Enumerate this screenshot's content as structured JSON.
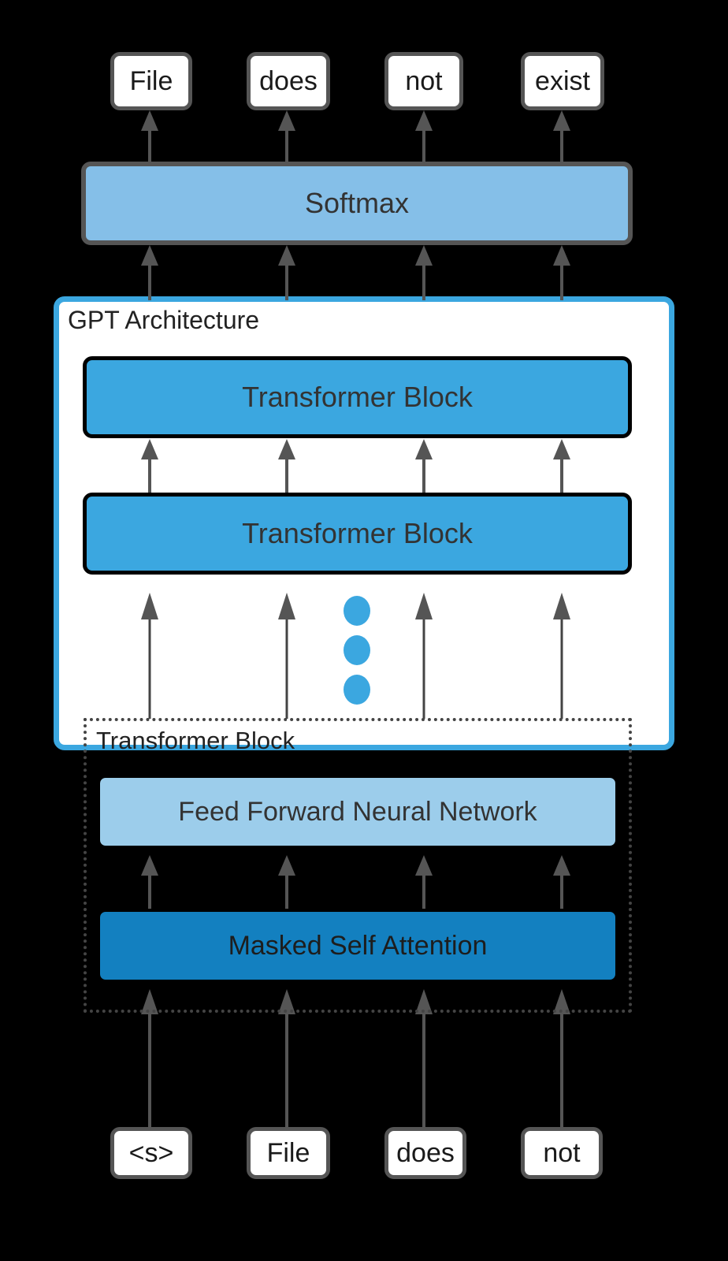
{
  "diagram": {
    "title": "GPT Architecture",
    "background_color": "#000000",
    "colors": {
      "container_border": "#3ba7e0",
      "transformer_block_fill": "#3ba7e0",
      "softmax_fill": "#85bfe8",
      "ffn_fill": "#9ccdeb",
      "msa_fill": "#1380c0",
      "token_border": "#555555",
      "arrow": "#555555",
      "dot": "#3ba7e0"
    }
  },
  "output_tokens": [
    {
      "label": "File"
    },
    {
      "label": "does"
    },
    {
      "label": "not"
    },
    {
      "label": "exist"
    }
  ],
  "input_tokens": [
    {
      "label": "<s>"
    },
    {
      "label": "File"
    },
    {
      "label": "does"
    },
    {
      "label": "not"
    }
  ],
  "softmax": {
    "label": "Softmax"
  },
  "gpt_container": {
    "label": "GPT Architecture",
    "stacked_blocks": [
      {
        "label": "Transformer Block"
      },
      {
        "label": "Transformer Block"
      }
    ],
    "ellipsis_dots": 3,
    "expanded_block": {
      "label": "Transformer Block",
      "layers": [
        {
          "label": "Feed Forward Neural Network"
        },
        {
          "label": "Masked Self Attention"
        }
      ]
    }
  }
}
